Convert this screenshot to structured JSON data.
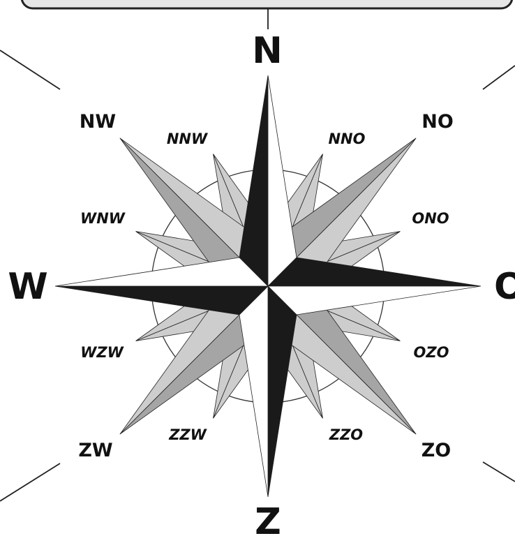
{
  "compass": {
    "cardinal": {
      "north": "N",
      "east": "O",
      "south": "Z",
      "west": "W"
    },
    "intercardinal": {
      "nw": "NW",
      "ne": "NO",
      "sw": "ZW",
      "se": "ZO"
    },
    "secondary": {
      "nnw": "NNW",
      "nno": "NNO",
      "wnw": "WNW",
      "ono": "ONO",
      "wzw": "WZW",
      "ozo": "OZO",
      "zzw": "ZZW",
      "zzo": "ZZO"
    },
    "colors": {
      "dark": "#1a1a1a",
      "mid": "#a5a5a5",
      "light": "#cdcdcd",
      "outline": "#222222"
    }
  }
}
